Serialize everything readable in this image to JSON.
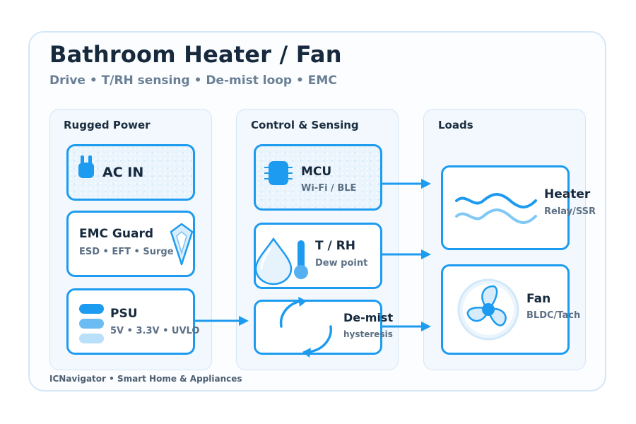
{
  "title": "Bathroom Heater / Fan",
  "subtitle": "Drive • T/RH sensing • De-mist loop • EMC",
  "footer": "ICNavigator • Smart Home & Appliances",
  "columns": [
    {
      "title": "Rugged Power"
    },
    {
      "title": "Control & Sensing"
    },
    {
      "title": "Loads"
    }
  ],
  "blocks": {
    "ac_in": {
      "label": "AC IN",
      "icon": "plug-icon"
    },
    "emc_guard": {
      "label": "EMC Guard",
      "sub": "ESD • EFT • Surge",
      "icon": "shield-diamond-icon"
    },
    "psu": {
      "label": "PSU",
      "sub": "5V • 3.3V • UVLO",
      "icon": "power-rails-icon"
    },
    "mcu": {
      "label": "MCU",
      "sub": "Wi-Fi / BLE",
      "icon": "chip-icon"
    },
    "trh": {
      "label": "T / RH",
      "sub": "Dew point",
      "icon": "droplet-thermometer-icon"
    },
    "demist": {
      "label": "De-mist",
      "sub": "hysteresis",
      "icon": "loop-arrows-icon"
    },
    "heater": {
      "label": "Heater",
      "sub": "Relay/SSR",
      "icon": "heat-waves-icon"
    },
    "fan": {
      "label": "Fan",
      "sub": "BLDC/Tach",
      "icon": "fan-icon"
    }
  },
  "colors": {
    "accent": "#1d9bf0",
    "title": "#16293d",
    "muted": "#6a7f95"
  }
}
